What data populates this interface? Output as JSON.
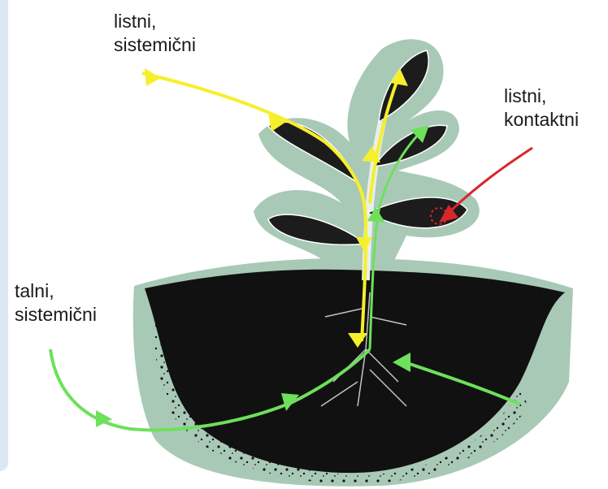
{
  "labels": {
    "foliar_systemic": "listni,\nsistemični",
    "foliar_contact": "listni,\nkontaktni",
    "soil_systemic": "talni,\nsistemični"
  },
  "colors": {
    "yellow_arrow": "#f6ef2b",
    "green_arrow": "#6ee05c",
    "red_arrow": "#d9262b",
    "halo": "#a9c9b7",
    "soil": "#111111",
    "leaf": "#1c1c1c"
  },
  "icons": [
    "plant-illustration",
    "soil-mound",
    "arrowhead"
  ]
}
